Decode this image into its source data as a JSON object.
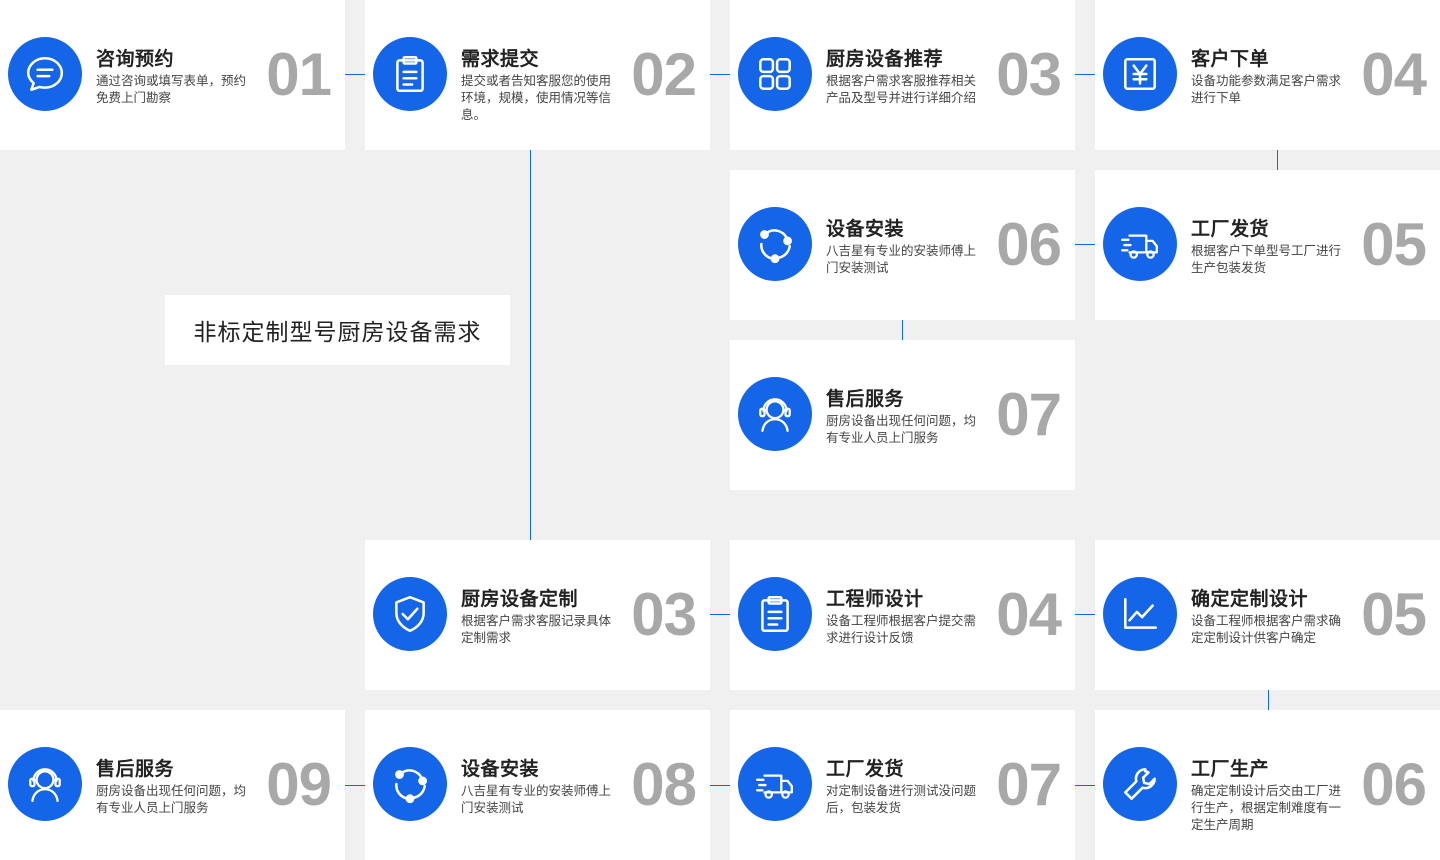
{
  "center_label": "非标定制型号厨房设备需求",
  "colors": {
    "accent": "#1565e8",
    "number": "#a8a8a8",
    "background": "#f0f0f0",
    "card": "#ffffff"
  },
  "cards": [
    {
      "id": "consult",
      "title": "咨询预约",
      "desc": "通过咨询或填写表单，预约免费上门勘察",
      "num": "01",
      "icon": "chat-bubble-icon"
    },
    {
      "id": "submit",
      "title": "需求提交",
      "desc": "提交或者告知客服您的使用环境，规模，使用情况等信息。",
      "num": "02",
      "icon": "clipboard-icon"
    },
    {
      "id": "recommend",
      "title": "厨房设备推荐",
      "desc": "根据客户需求客服推荐相关产品及型号并进行详细介绍",
      "num": "03",
      "icon": "grid-icon"
    },
    {
      "id": "order",
      "title": "客户下单",
      "desc": "设备功能参数满足客户需求进行下单",
      "num": "04",
      "icon": "yen-icon"
    },
    {
      "id": "ship-std",
      "title": "工厂发货",
      "desc": "根据客户下单型号工厂进行生产包装发货",
      "num": "05",
      "icon": "truck-icon"
    },
    {
      "id": "install-std",
      "title": "设备安装",
      "desc": "八吉星有专业的安装师傅上门安装测试",
      "num": "06",
      "icon": "refresh-cycle-icon"
    },
    {
      "id": "aftersale-std",
      "title": "售后服务",
      "desc": "厨房设备出现任何问题，均有专业人员上门服务",
      "num": "07",
      "icon": "headset-agent-icon"
    },
    {
      "id": "custom",
      "title": "厨房设备定制",
      "desc": "根据客户需求客服记录具体定制需求",
      "num": "03",
      "icon": "shield-check-icon"
    },
    {
      "id": "design",
      "title": "工程师设计",
      "desc": "设备工程师根据客户提交需求进行设计反馈",
      "num": "04",
      "icon": "clipboard-icon"
    },
    {
      "id": "confirm",
      "title": "确定定制设计",
      "desc": "设备工程师根据客户需求确定定制设计供客户确定",
      "num": "05",
      "icon": "line-chart-icon"
    },
    {
      "id": "produce",
      "title": "工厂生产",
      "desc": "确定定制设计后交由工厂进行生产，根据定制难度有一定生产周期",
      "num": "06",
      "icon": "wrench-icon"
    },
    {
      "id": "ship-custom",
      "title": "工厂发货",
      "desc": "对定制设备进行测试没问题后，包装发货",
      "num": "07",
      "icon": "truck-icon"
    },
    {
      "id": "install-custom",
      "title": "设备安装",
      "desc": "八吉星有专业的安装师傅上门安装测试",
      "num": "08",
      "icon": "refresh-cycle-icon"
    },
    {
      "id": "aftersale-custom",
      "title": "售后服务",
      "desc": "厨房设备出现任何问题，均有专业人员上门服务",
      "num": "09",
      "icon": "headset-agent-icon"
    }
  ]
}
